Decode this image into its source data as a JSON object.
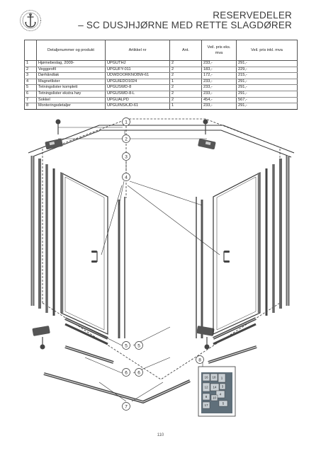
{
  "header": {
    "title_line1": "RESERVEDELER",
    "title_line2": "– SC DUSJHJØRNE MED RETTE SLAGDØRER"
  },
  "logo": {
    "icon": "anchor-emblem-icon"
  },
  "table": {
    "headers": [
      "",
      "Detaljenummer og produkt",
      "Artikkel nr",
      "Ant.",
      "Veil. pris eks. mva",
      "Veil. pris inkl. mva"
    ],
    "rows": [
      [
        "1",
        "Hjørnebeslag, 2009-",
        "UPGUTHJ",
        "2",
        "233,-",
        "291,-"
      ],
      [
        "2",
        "Veggprofil",
        "UPGUFY-011",
        "2",
        "183,-",
        "229,-"
      ],
      [
        "3",
        "Dørhåndtak",
        "UDWDOORKNOBW-61",
        "2",
        "172,-",
        "215,-"
      ],
      [
        "4",
        "Magnetlister",
        "UPGUIEDO1024",
        "1",
        "233,-",
        "291,-"
      ],
      [
        "5",
        "Tetningslister komplett",
        "UPGUSWD-8",
        "2",
        "233,-",
        "291,-"
      ],
      [
        "6",
        "Tetningslister ekstra høy",
        "UPGUSWD-8-L",
        "2",
        "233,-",
        "291,-"
      ],
      [
        "7",
        "Sokkel",
        "UPGUALPD",
        "2",
        "454,-",
        "567,-"
      ],
      [
        "8",
        "Monteringsdetaljer",
        "UPGUINSKJD-61",
        "1",
        "233,-",
        "291,-"
      ]
    ]
  },
  "diagram": {
    "callouts": [
      "1",
      "2",
      "3",
      "4",
      "5",
      "5",
      "6",
      "6",
      "7",
      "8"
    ],
    "kit_labels": [
      "16",
      "18",
      "1",
      "12",
      "14",
      "3",
      "4",
      "8",
      "10",
      "5",
      "17"
    ]
  },
  "footer": {
    "page_number": "110"
  }
}
